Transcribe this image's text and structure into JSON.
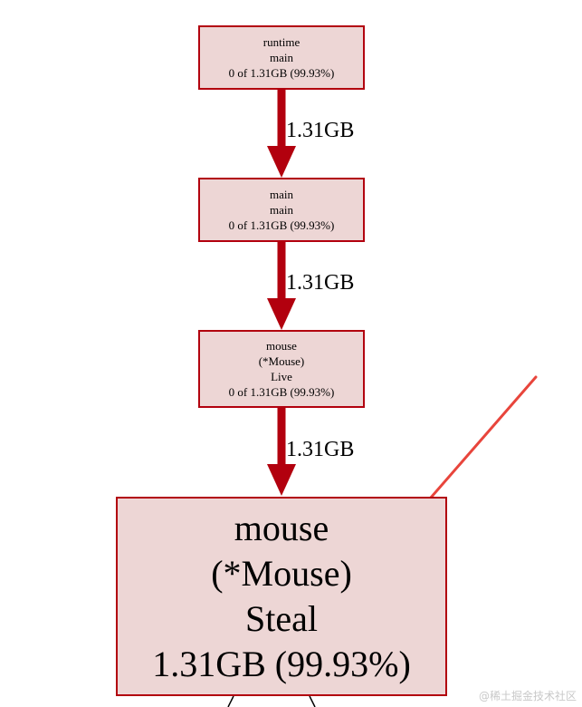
{
  "nodes": {
    "runtime_main": {
      "lines": [
        "runtime",
        "main",
        "0 of 1.31GB (99.93%)"
      ]
    },
    "main_main": {
      "lines": [
        "main",
        "main",
        "0 of 1.31GB (99.93%)"
      ]
    },
    "mouse_live": {
      "lines": [
        "mouse",
        "(*Mouse)",
        "Live",
        "0 of 1.31GB (99.93%)"
      ]
    },
    "mouse_steal": {
      "lines": [
        "mouse",
        "(*Mouse)",
        "Steal",
        "1.31GB (99.93%)"
      ]
    }
  },
  "edges": [
    {
      "from": "runtime_main",
      "to": "main_main",
      "label": "1.31GB"
    },
    {
      "from": "main_main",
      "to": "mouse_live",
      "label": "1.31GB"
    },
    {
      "from": "mouse_live",
      "to": "mouse_steal",
      "label": "1.31GB"
    }
  ],
  "watermark": "@稀土掘金技术社区",
  "colors": {
    "node_fill": "#edd6d5",
    "node_border": "#b2000e",
    "edge": "#b2000e",
    "annotation_arrow": "#e8453c"
  }
}
